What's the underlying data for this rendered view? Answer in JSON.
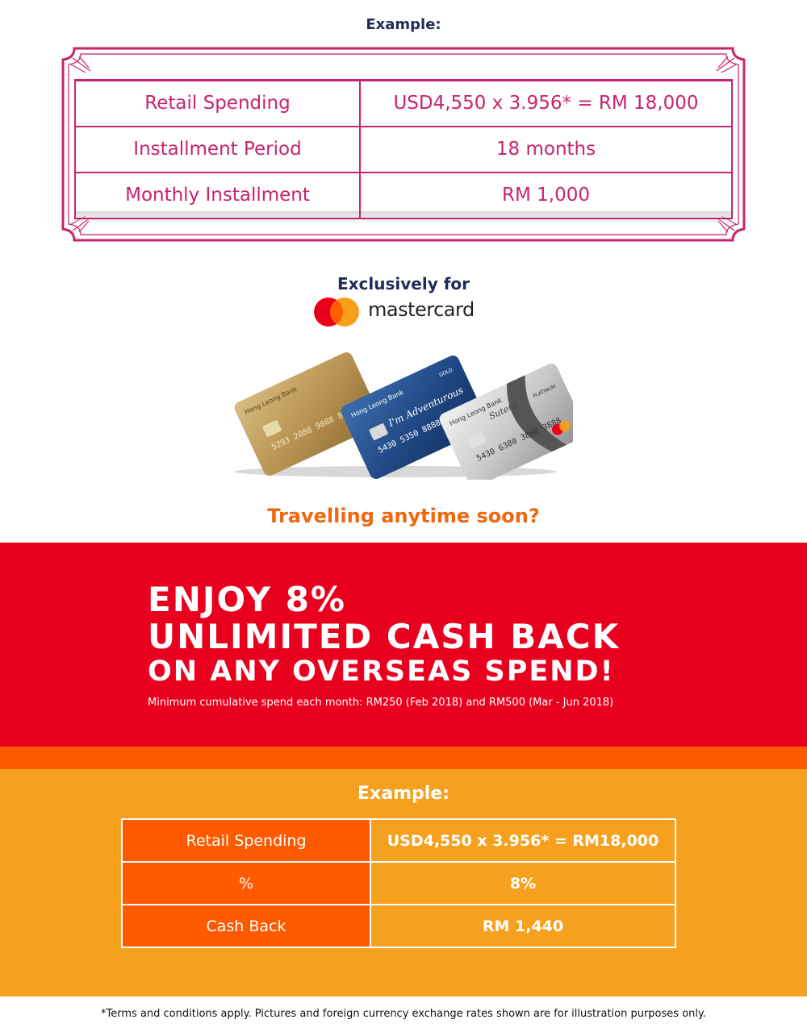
{
  "example1": {
    "title": "Example:",
    "rows": [
      {
        "label": "Retail Spending",
        "value": "USD4,550 x 3.956* = RM 18,000"
      },
      {
        "label": "Installment Period",
        "value": "18 months"
      },
      {
        "label": "Monthly Installment",
        "value": "RM 1,000"
      }
    ]
  },
  "exclusive": {
    "text": "Exclusively for",
    "brand": "mastercard"
  },
  "cards": {
    "brand": "Hong Leong Bank",
    "card_labels": [
      "GOLD",
      "I'm Adventurous",
      "Sutera",
      "PLATINUM"
    ]
  },
  "travel": "Travelling anytime soon?",
  "promo": {
    "line1": "ENJOY 8%",
    "line2": "UNLIMITED CASH BACK",
    "line3": "ON ANY OVERSEAS SPEND!",
    "note": "Minimum cumulative spend each month: RM250 (Feb 2018) and RM500 (Mar - Jun 2018)"
  },
  "example2": {
    "title": "Example:",
    "rows": [
      {
        "label": "Retail Spending",
        "value": "USD4,550 x 3.956* = RM18,000"
      },
      {
        "label": "%",
        "value": "8%"
      },
      {
        "label": "Cash Back",
        "value": "RM 1,440"
      }
    ]
  },
  "terms": "*Terms and conditions apply. Pictures and foreign currency exchange rates shown are for illustration purposes only.",
  "colors": {
    "navy": "#1f2d55",
    "magenta": "#c8236e",
    "red": "#e8001e",
    "orange": "#ff5a00",
    "amber": "#f5a11f",
    "travel_orange": "#f0670e"
  }
}
